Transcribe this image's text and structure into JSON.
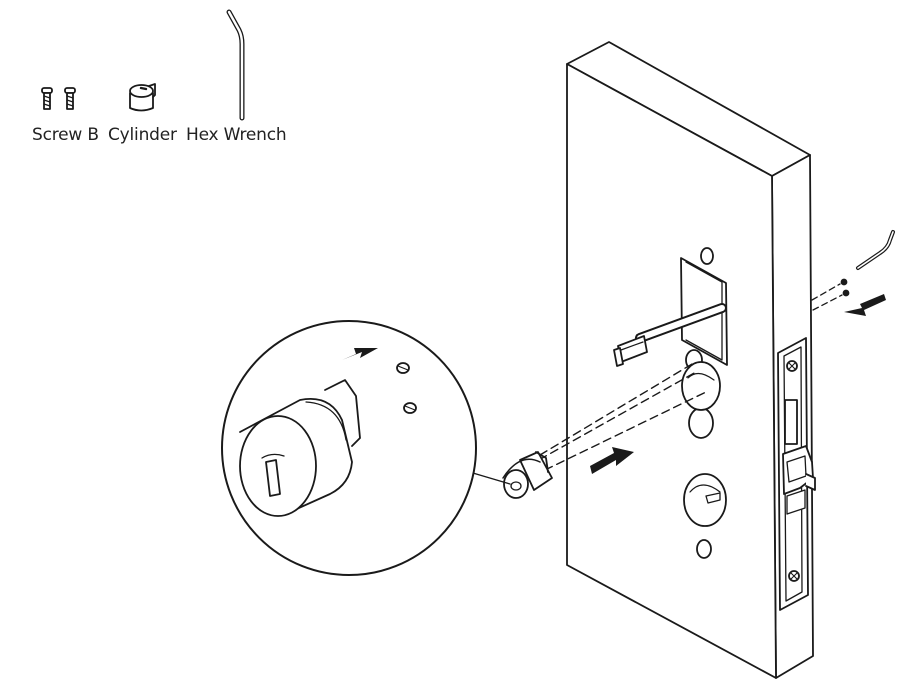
{
  "parts_legend": {
    "screw_label": "Screw B",
    "cylinder_label": "Cylinder",
    "hex_wrench_label": "Hex Wrench"
  },
  "colors": {
    "line": "#1a1a1a",
    "fill": "#ffffff",
    "shade": "#555555"
  },
  "icons": [
    "screw-icon",
    "cylinder-icon",
    "hex-wrench-icon",
    "arrow-icon",
    "wire-connector-icon"
  ]
}
